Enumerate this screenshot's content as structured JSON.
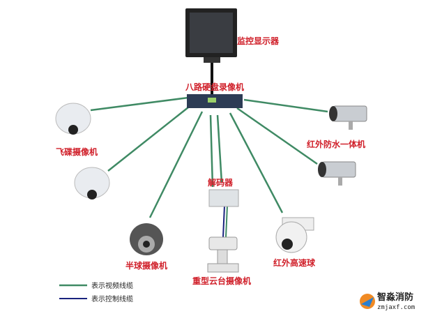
{
  "labels": {
    "monitor": "监控显示器",
    "dvr": "八路硬盘录像机",
    "ufo_camera": "飞碟摄像机",
    "dome_camera": "半球摄像机",
    "decoder": "解码器",
    "ptz_camera": "重型云台摄像机",
    "speed_dome": "红外高速球",
    "bullet_camera": "红外防水一体机"
  },
  "legend": [
    {
      "label": "表示视频线缆",
      "color": "#3f8a64"
    },
    {
      "label": "表示控制线缆",
      "color": "#1a237e"
    }
  ],
  "watermark": {
    "name": "智淼消防",
    "url": "zmjaxf.com"
  }
}
